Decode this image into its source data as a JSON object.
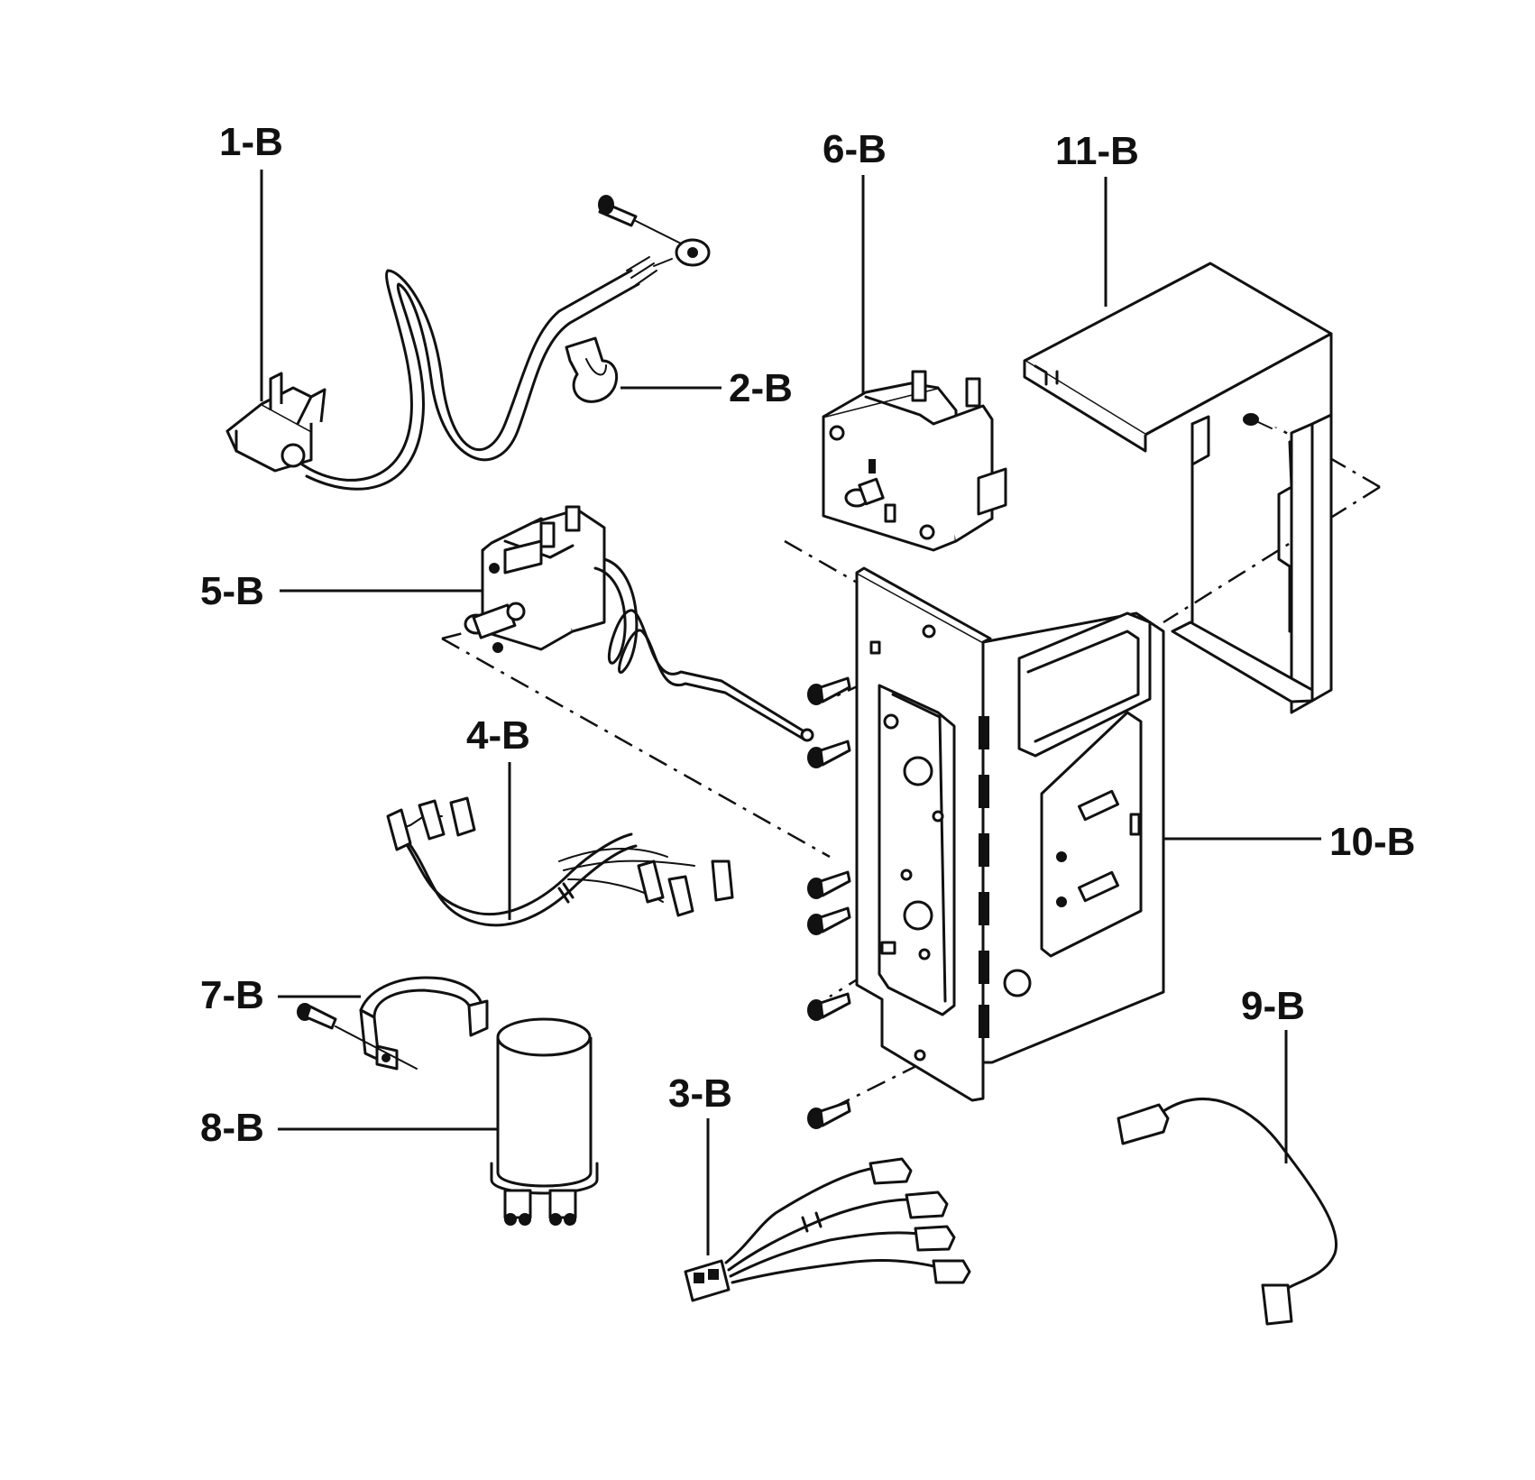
{
  "diagram": {
    "labels": {
      "l1": "1-B",
      "l2": "2-B",
      "l3": "3-B",
      "l4": "4-B",
      "l5": "5-B",
      "l6": "6-B",
      "l7": "7-B",
      "l8": "8-B",
      "l9": "9-B",
      "l10": "10-B",
      "l11": "11-B"
    },
    "ink_color": "#111111",
    "background": "#ffffff"
  }
}
